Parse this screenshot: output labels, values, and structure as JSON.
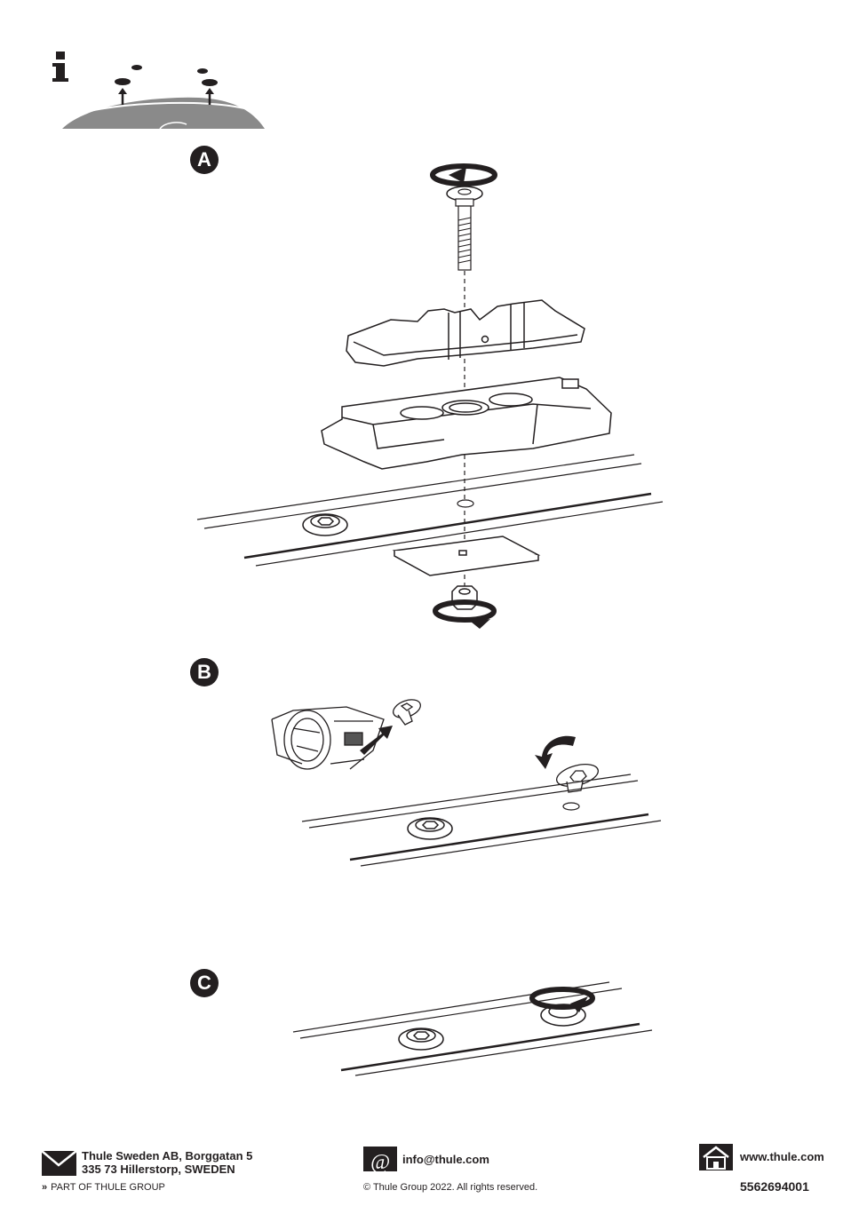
{
  "steps": {
    "a": "A",
    "b": "B",
    "c": "C"
  },
  "info_icon": "info-icon",
  "footer": {
    "address_line1": "Thule Sweden AB, Borggatan 5",
    "address_line2": "335 73 Hillerstorp, SWEDEN",
    "group": "PART OF THULE GROUP",
    "group_chevron": "»",
    "email": "info@thule.com",
    "copyright": "© Thule Group 2022. All rights reserved.",
    "website": "www.thule.com",
    "part_number": "5562694001"
  },
  "colors": {
    "ink": "#231f20",
    "roof": "#8a8a8a"
  }
}
